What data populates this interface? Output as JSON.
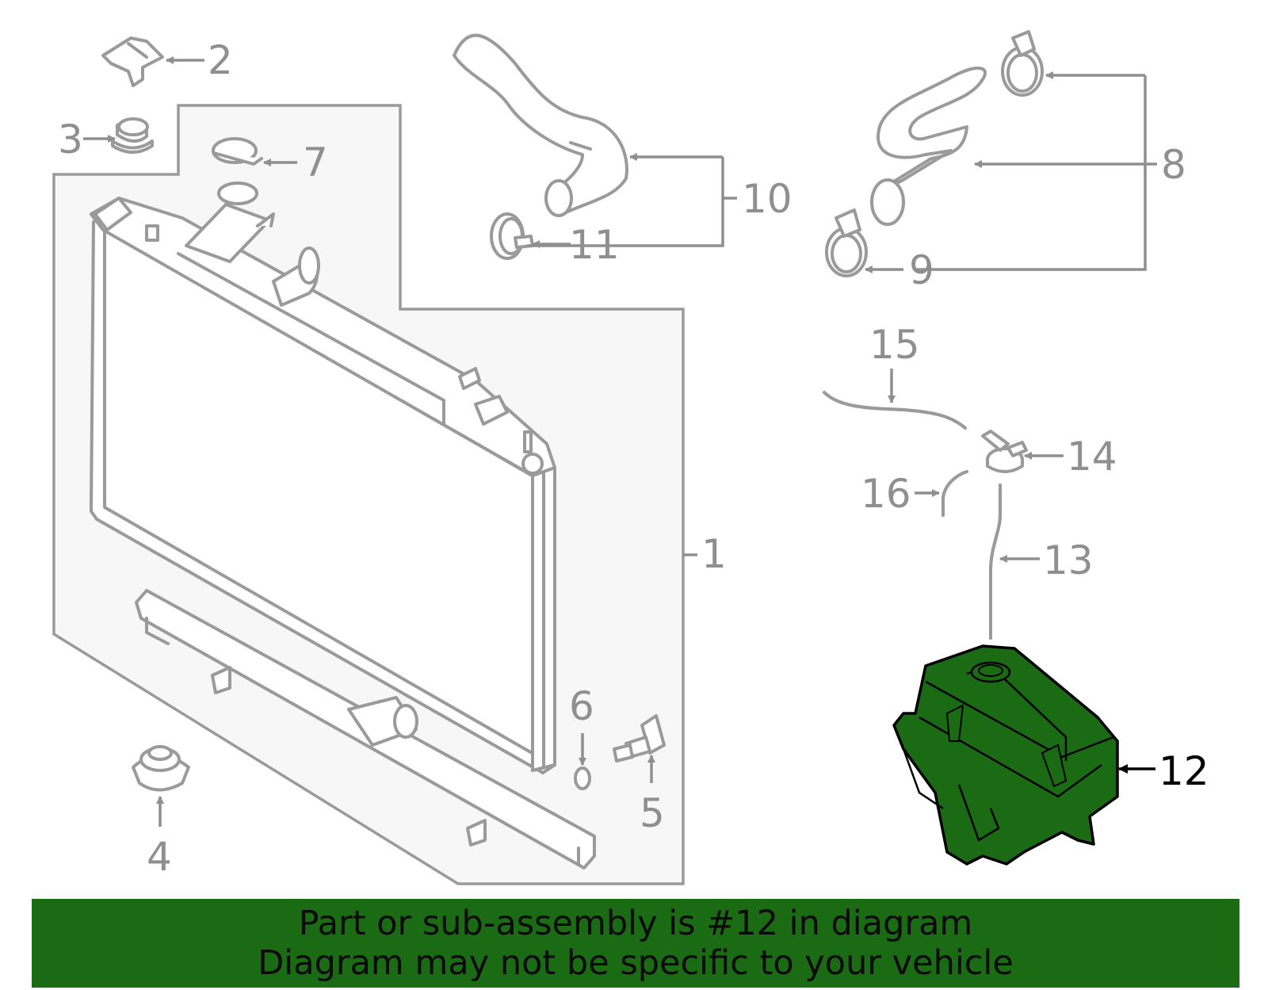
{
  "callouts": {
    "c1": "1",
    "c2": "2",
    "c3": "3",
    "c4": "4",
    "c5": "5",
    "c6": "6",
    "c7": "7",
    "c8": "8",
    "c9": "9",
    "c10": "10",
    "c11": "11",
    "c12": "12",
    "c13": "13",
    "c14": "14",
    "c15": "15",
    "c16": "16"
  },
  "highlight": {
    "part_number": "12",
    "color": "#1a6b14"
  },
  "banner": {
    "line1": "Part or sub-assembly is #12 in diagram",
    "line2": "Diagram may not be specific to your vehicle"
  },
  "colors": {
    "outline": "#9a9a9a",
    "assembly_fill": "#f7f7f7",
    "label": "#8f8f8f"
  }
}
